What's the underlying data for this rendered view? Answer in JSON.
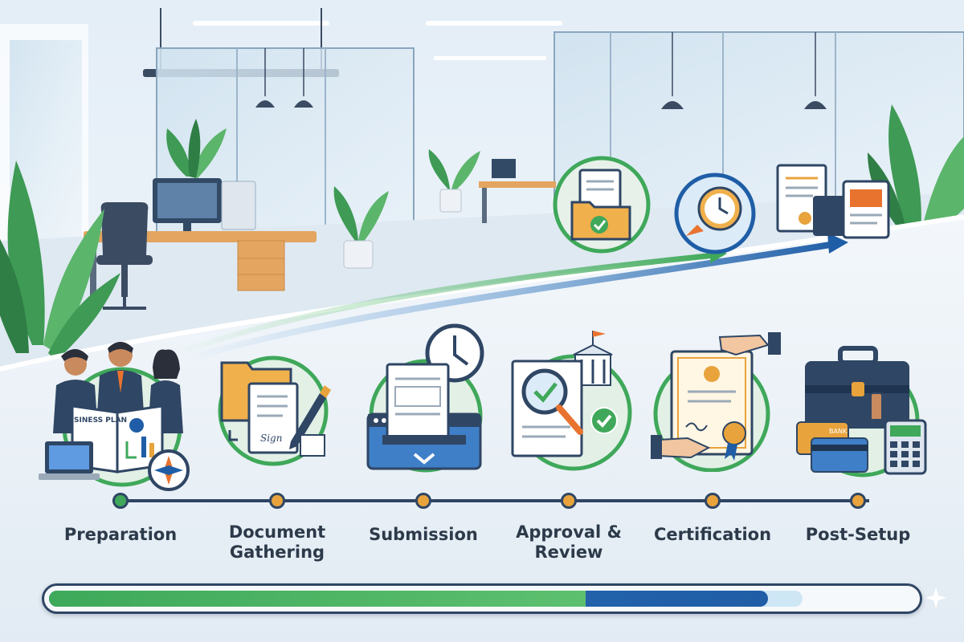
{
  "steps": [
    {
      "label": "Preparation",
      "icon": "business-plan-icon",
      "dot_color": "#3fa85a"
    },
    {
      "label": "Document\nGathering",
      "icon": "documents-pen-icon",
      "dot_color": "#e8a33c"
    },
    {
      "label": "Submission",
      "icon": "submission-tray-icon",
      "dot_color": "#e8a33c"
    },
    {
      "label": "Approval &\nReview",
      "icon": "approval-magnifier-icon",
      "dot_color": "#e8a33c"
    },
    {
      "label": "Certification",
      "icon": "certificate-handover-icon",
      "dot_color": "#e8a33c"
    },
    {
      "label": "Post-Setup",
      "icon": "briefcase-finance-icon",
      "dot_color": "#e8a33c"
    }
  ],
  "icon_text": {
    "business_plan": "BUSINESS PLAN",
    "signature": "Sign",
    "bank_card": "BANK"
  },
  "progress": {
    "green_fraction": 0.62,
    "blue_fraction": 0.83,
    "light_fraction": 0.87
  },
  "colors": {
    "accent_green": "#3fa85a",
    "accent_blue": "#1f5ea6",
    "accent_orange": "#e8a33c",
    "line_navy": "#2f4664"
  },
  "floating_icons": [
    "folder-check-icon",
    "rocket-clock-icon",
    "certificate-laptop-icon"
  ]
}
